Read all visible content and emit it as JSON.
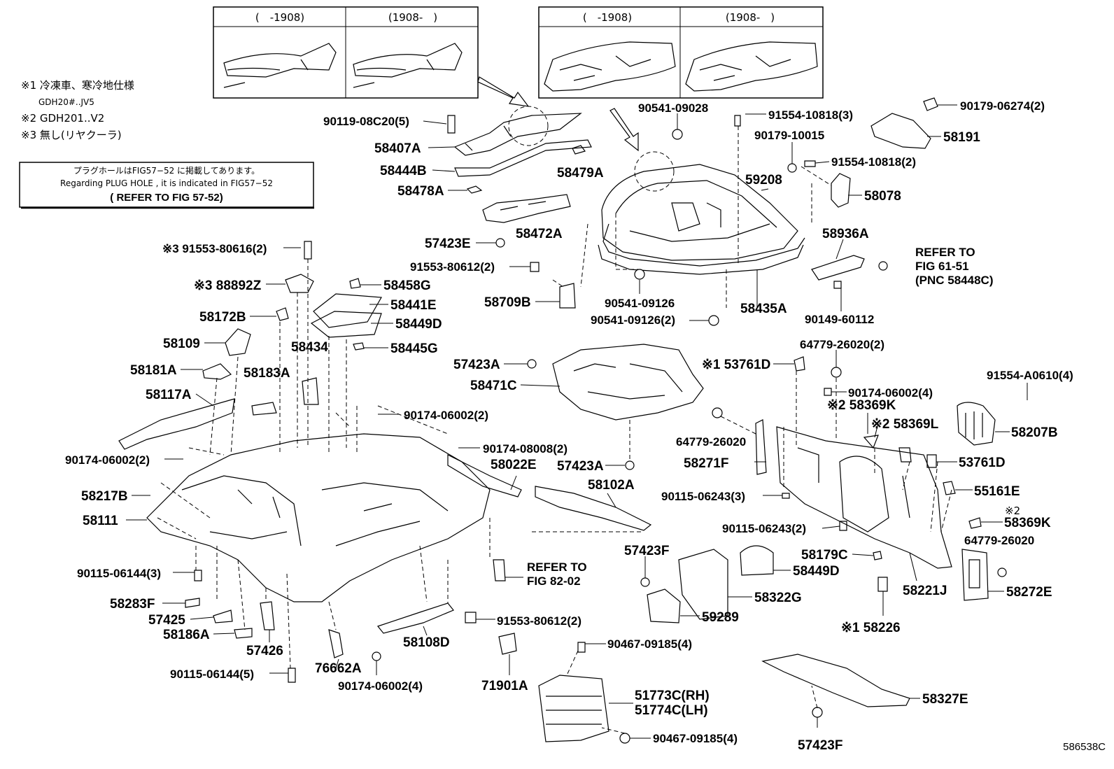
{
  "notes": [
    "※1 冷凍車、寒冷地仕様",
    "GDH20#..JV5",
    "※2 GDH201..V2",
    "※3 無し(リヤクーラ)"
  ],
  "refer_box": {
    "line1": "プラグホールはFIG57−52 に掲載してあります。",
    "line2": "Regarding PLUG HOLE , it is indicated in FIG57−52",
    "line3": "( REFER TO FIG 57-52)"
  },
  "insets": [
    {
      "before": "(　-1908)",
      "after": "(1908-　)"
    },
    {
      "before": "(　-1908)",
      "after": "(1908-　)"
    }
  ],
  "parts": [
    "90119-08C20(5)",
    "58407A",
    "58444B",
    "58478A",
    "58479A",
    "58472A",
    "57423E",
    "91553-80612(2)",
    "58709B",
    "90541-09028",
    "91554-10818(3)",
    "90179-10015",
    "91554-10818(2)",
    "90179-06274(2)",
    "58191",
    "59208",
    "58078",
    "58936A",
    "90541-09126",
    "90541-09126(2)",
    "58435A",
    "90149-60112",
    "REFER TO",
    "FIG 61-51",
    "(PNC 58448C)",
    "※3 91553-80616(2)",
    "※3 88892Z",
    "58458G",
    "58441E",
    "58449D",
    "58172B",
    "58434",
    "58445G",
    "58109",
    "58181A",
    "58183A",
    "58117A",
    "57423A",
    "58471C",
    "90174-06002(2)",
    "90174-06002(2)",
    "90174-08008(2)",
    "58022E",
    "58102A",
    "57423A",
    "58217B",
    "58111",
    "※1 53761D",
    "64779-26020(2)",
    "91554-A0610(4)",
    "90174-06002(4)",
    "※2 58369K",
    "※2 58369L",
    "58207B",
    "64779-26020",
    "58271F",
    "53761D",
    "55161E",
    "90115-06243(3)",
    "90115-06243(2)",
    "※2",
    "58369K",
    "64779-26020",
    "58179C",
    "58221J",
    "58272E",
    "※1 58226",
    "90115-06144(3)",
    "58283F",
    "57425",
    "58186A",
    "57426",
    "90115-06144(5)",
    "76662A",
    "90174-06002(4)",
    "58108D",
    "91553-80612(2)",
    "71901A",
    "REFER TO",
    "FIG 82-02",
    "57423F",
    "58449D",
    "58322G",
    "59289",
    "90467-09185(4)",
    "51773C(RH)",
    "51774C(LH)",
    "90467-09185(4)",
    "58327E",
    "57423F"
  ],
  "illustration_id": "586538C"
}
